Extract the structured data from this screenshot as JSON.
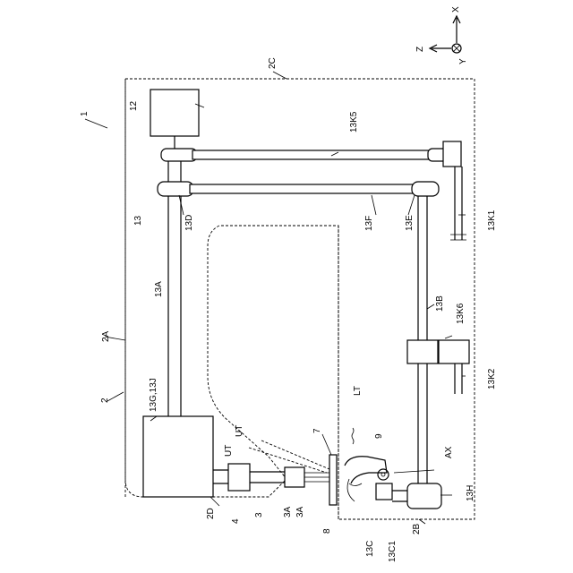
{
  "axes": {
    "x": "X",
    "y": "Y",
    "z": "Z"
  },
  "labels": {
    "l1": "1",
    "l2": "2",
    "l2A": "2A",
    "l2B": "2B",
    "l2C": "2C",
    "l2D": "2D",
    "l3": "3",
    "l3A_1": "3A",
    "l3A_2": "3A",
    "l4": "4",
    "l7": "7",
    "l8": "8",
    "l9": "9",
    "l12": "12",
    "l13": "13",
    "l13A": "13A",
    "l13B": "13B",
    "l13C": "13C",
    "l13C1": "13C1",
    "l13D": "13D",
    "l13E": "13E",
    "l13F": "13F",
    "l13H": "13H",
    "l13GJ": "13G,13J",
    "l13K1": "13K1",
    "l13K2": "13K2",
    "l13K5": "13K5",
    "l13K6": "13K6",
    "lAX": "AX",
    "lLT": "LT",
    "lUT1": "UT",
    "lUT2": "UT"
  }
}
